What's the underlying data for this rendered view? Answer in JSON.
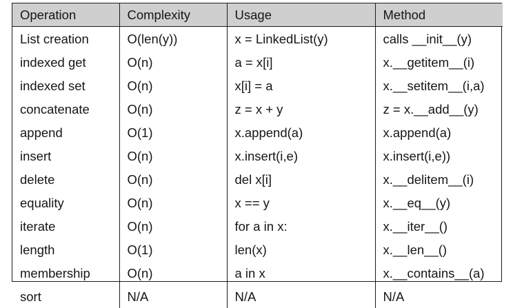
{
  "headers": [
    "Operation",
    "Complexity",
    "Usage",
    "Method"
  ],
  "rows": [
    [
      "List creation",
      "O(len(y))",
      "x = LinkedList(y)",
      "calls __init__(y)"
    ],
    [
      "indexed get",
      "O(n)",
      "a = x[i]",
      "x.__getitem__(i)"
    ],
    [
      "indexed set",
      "O(n)",
      "x[i] = a",
      "x.__setitem__(i,a)"
    ],
    [
      "concatenate",
      "O(n)",
      "z = x + y",
      "z = x.__add__(y)"
    ],
    [
      "append",
      "O(1)",
      "x.append(a)",
      "x.append(a)"
    ],
    [
      "insert",
      "O(n)",
      "x.insert(i,e)",
      "x.insert(i,e))"
    ],
    [
      "delete",
      "O(n)",
      "del x[i]",
      "x.__delitem__(i)"
    ],
    [
      "equality",
      "O(n)",
      "x == y",
      "x.__eq__(y)"
    ],
    [
      "iterate",
      "O(n)",
      "for a in x:",
      "x.__iter__()"
    ],
    [
      "length",
      "O(1)",
      "len(x)",
      "x.__len__()"
    ],
    [
      "membership",
      "O(n)",
      "a in x",
      "x.__contains__(a)"
    ],
    [
      "sort",
      "N/A",
      "N/A",
      "N/A"
    ]
  ]
}
